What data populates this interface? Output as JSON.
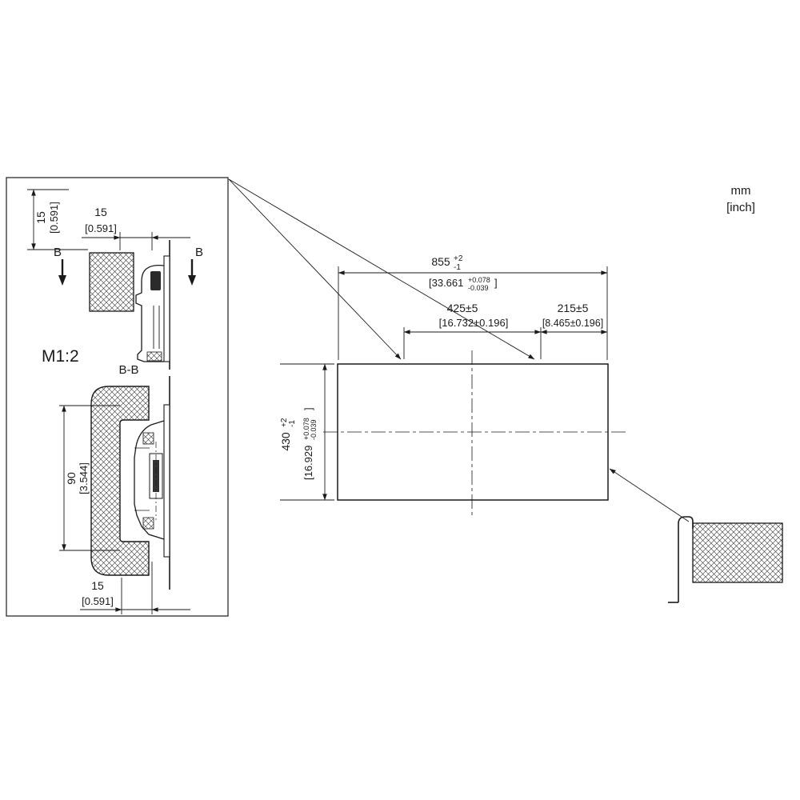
{
  "page": {
    "background": "#ffffff",
    "line_color": "#1a1a1a"
  },
  "units": {
    "metric": "mm",
    "imperial": "[inch]"
  },
  "detail_box": {
    "scale_label": "M1:2",
    "section_view_label": "B-B",
    "section_marker_left": "B",
    "section_marker_right": "B",
    "dim_top_width": {
      "mm": "15",
      "inch": "[0.591]"
    },
    "dim_left_height": {
      "mm": "15",
      "inch": "[0.591]"
    },
    "dim_inner_height": {
      "mm": "90",
      "inch": "[3.544]"
    },
    "dim_bottom_width": {
      "mm": "15",
      "inch": "[0.591]"
    }
  },
  "main_view": {
    "dim_overall_width": {
      "mm_value": "855",
      "mm_tol_plus": "+2",
      "mm_tol_minus": "-1",
      "inch_open": "[33.661",
      "inch_tol_plus": "+0.078",
      "inch_tol_minus": "-0.039",
      "inch_close": "]"
    },
    "dim_left_span": {
      "mm": "425±5",
      "inch": "[16.732±0.196]"
    },
    "dim_right_span": {
      "mm": "215±5",
      "inch": "[8.465±0.196]"
    },
    "dim_height": {
      "mm_value": "430",
      "mm_tol_plus": "+2",
      "mm_tol_minus": "-1",
      "inch_open": "[16.929",
      "inch_tol_plus": "+0.078",
      "inch_tol_minus": "-0.039",
      "inch_close": "]"
    }
  }
}
